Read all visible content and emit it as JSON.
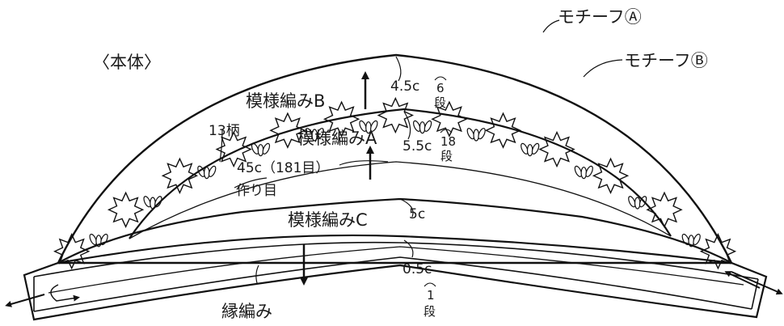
{
  "title": "〈本体〉",
  "labels": {
    "motif_a": "モチーフⒶ",
    "motif_b": "モチーフⒷ",
    "pattern_b": "模様編みB",
    "pattern_a": "模様編みA",
    "pattern_c": "模様編みC",
    "edging": "縁編み",
    "repeats": "13柄",
    "cast_on_width": "45c（181目）",
    "cast_on": "作り目"
  },
  "measurements": {
    "b_height": "4.5c",
    "b_rows": "6",
    "a_height": "5.5c",
    "a_rows": "18",
    "c_height": "5c",
    "edge_height": "0.5c",
    "edge_rows": "1",
    "rows_unit": "段"
  },
  "colors": {
    "stroke": "#111111",
    "fill": "#ffffff"
  }
}
